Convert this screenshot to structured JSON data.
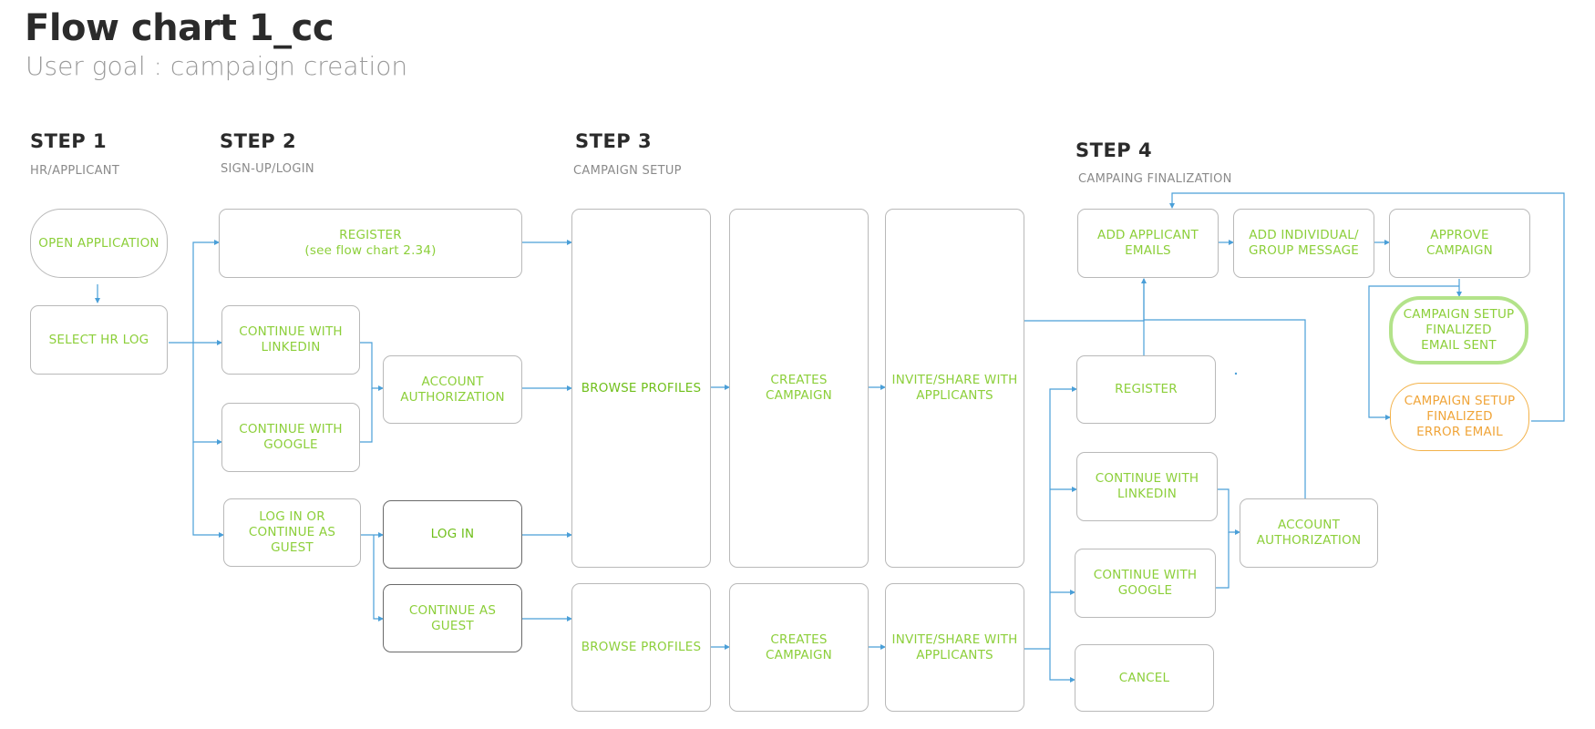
{
  "title": "Flow chart 1_cc",
  "subtitle": "User goal : campaign creation",
  "colors": {
    "label_green": "#8ccf3a",
    "connector_blue": "#4a9fd8",
    "node_border": "#b9b9b9",
    "success_border": "#b3e38a",
    "error_orange": "#f0a53a"
  },
  "steps": [
    {
      "title": "STEP 1",
      "subtitle": "HR/APPLICANT"
    },
    {
      "title": "STEP 2",
      "subtitle": "SIGN-UP/LOGIN"
    },
    {
      "title": "STEP 3",
      "subtitle": "CAMPAIGN SETUP"
    },
    {
      "title": "STEP 4",
      "subtitle": "CAMPAING FINALIZATION"
    }
  ],
  "nodes": {
    "open_application": "OPEN APPLICATION",
    "select_hr_log": "SELECT HR LOG",
    "register_top": "REGISTER\n(see flow chart 2.34)",
    "continue_linkedin_1": "CONTINUE WITH\nLINKEDIN",
    "continue_google_1": "CONTINUE WITH\nGOOGLE",
    "account_authorization_1": "ACCOUNT\nAUTHORIZATION",
    "login_or_guest": "LOG IN OR\nCONTINUE AS GUEST",
    "log_in": "LOG IN",
    "continue_as_guest": "CONTINUE AS GUEST",
    "browse_profiles_1": "BROWSE PROFILES",
    "creates_campaign_1": "CREATES CAMPAIGN",
    "invite_share_1": "INVITE/SHARE WITH\nAPPLICANTS",
    "browse_profiles_2": "BROWSE PROFILES",
    "creates_campaign_2": "CREATES CAMPAIGN",
    "invite_share_2": "INVITE/SHARE WITH\nAPPLICANTS",
    "add_applicant_emails": "ADD APPLICANT\nEMAILS",
    "add_message": "ADD INDIVIDUAL/\nGROUP MESSAGE",
    "approve_campaign": "APPROVE CAMPAIGN",
    "setup_email_sent": "CAMPAIGN SETUP\nFINALIZED\nEMAIL SENT",
    "setup_error_email": "CAMPAIGN SETUP\nFINALIZED\nERROR EMAIL",
    "register_2": "REGISTER",
    "continue_linkedin_2": "CONTINUE WITH\nLINKEDIN",
    "continue_google_2": "CONTINUE WITH\nGOOGLE",
    "account_authorization_2": "ACCOUNT\nAUTHORIZATION",
    "cancel": "CANCEL"
  }
}
